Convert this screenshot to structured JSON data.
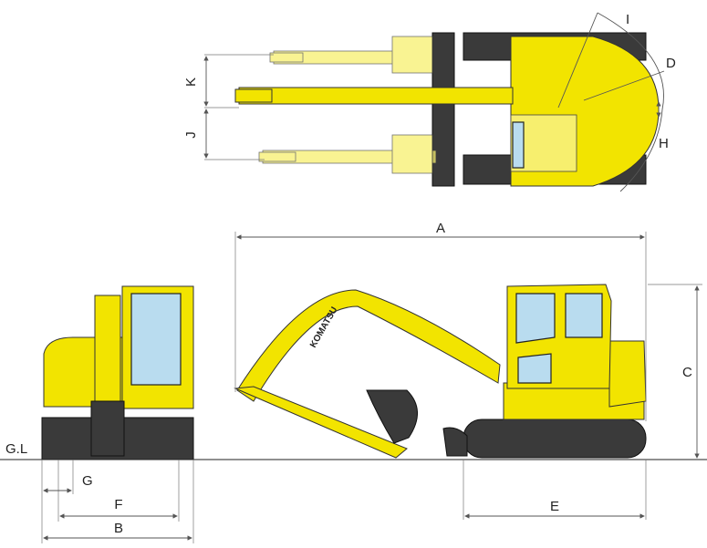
{
  "labels": {
    "A": "A",
    "B": "B",
    "C": "C",
    "D": "D",
    "E": "E",
    "F": "F",
    "G": "G",
    "H": "H",
    "I": "I",
    "J": "J",
    "K": "K",
    "ground_line": "G.L"
  },
  "brand": "KOMATSU",
  "colors": {
    "machine_yellow": "#f2e400",
    "machine_yellow_light": "#f7ef6e",
    "track_dark": "#3a3a3a",
    "glass": "#b9dcef"
  }
}
